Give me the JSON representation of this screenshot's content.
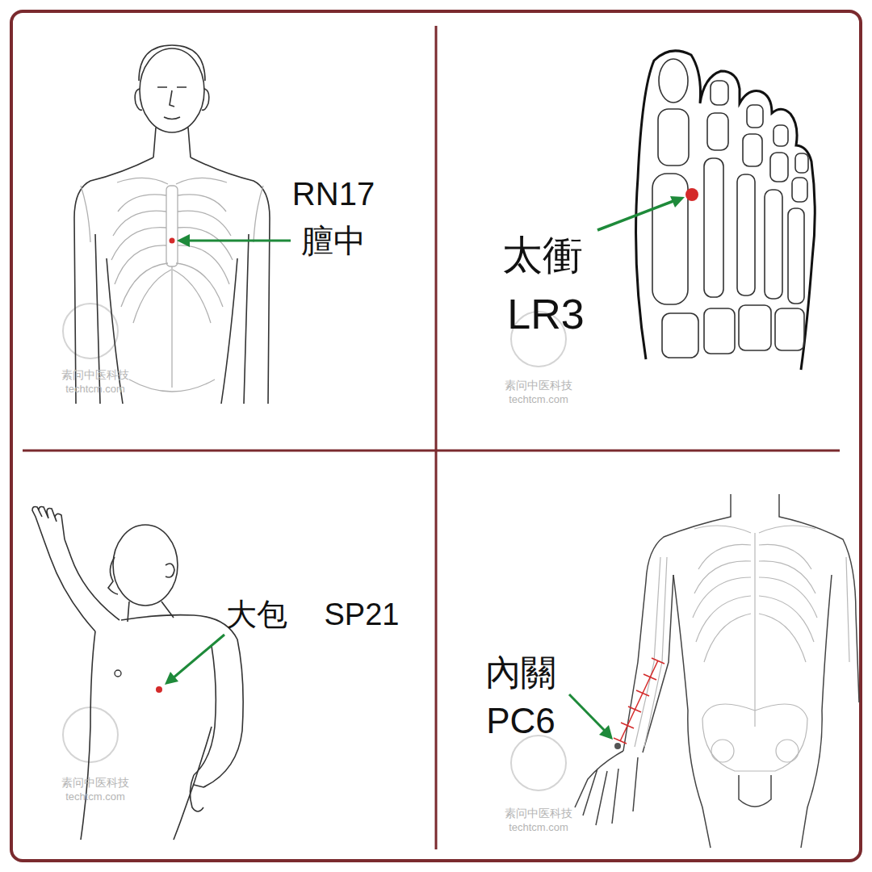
{
  "diagram": {
    "labels": [
      "RN17",
      "膻中",
      "太衝",
      "LR3",
      "大包",
      "SP21",
      "內關",
      "PC6",
      "素问中医科技",
      "techtcm.com",
      "素问中医科技",
      "techtcm.com",
      "素问中医科技",
      "techtcm.com",
      "素问中医科技",
      "techtcm.com"
    ]
  }
}
